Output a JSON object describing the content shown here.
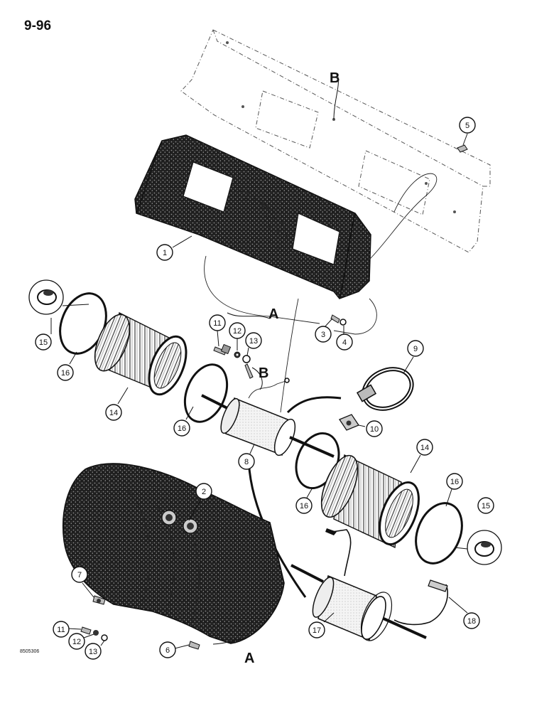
{
  "page_number": "9-96",
  "figure_code": "8505306",
  "ref_letters": {
    "a": "A",
    "b": "B"
  },
  "callouts": {
    "c1": "1",
    "c2": "2",
    "c3": "3",
    "c4": "4",
    "c5": "5",
    "c6": "6",
    "c7": "7",
    "c8": "8",
    "c9": "9",
    "c10": "10",
    "c11a": "11",
    "c11b": "11",
    "c12a": "12",
    "c12b": "12",
    "c13a": "13",
    "c13b": "13",
    "c14a": "14",
    "c14b": "14",
    "c15a": "15",
    "c15b": "15",
    "c16a": "16",
    "c16b": "16",
    "c16c": "16",
    "c16d": "16",
    "c17": "17",
    "c18": "18"
  }
}
